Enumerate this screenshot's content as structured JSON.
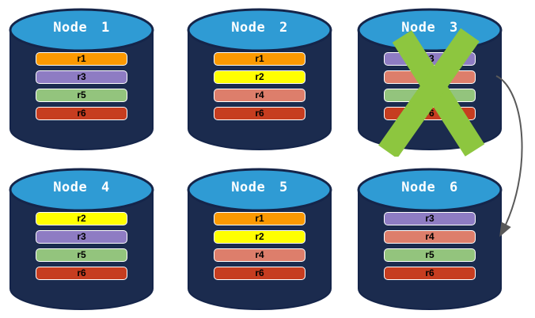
{
  "theme": {
    "cylinder_body": "#1B2B4E",
    "cylinder_top": "#2F9BD4",
    "cylinder_outline": "#15254A",
    "bar_border": "#FFFFFF",
    "x_mark": "#8DC63F",
    "arrow": "#595959",
    "title_text": "#FFFFFF",
    "row_text": "#000000",
    "background": "#FFFFFF"
  },
  "replica_colors": {
    "r1": "#FB9902",
    "r2": "#FFFF00",
    "r3": "#8E7CC3",
    "r4": "#DD7E6B",
    "r5": "#93C47D",
    "r6": "#C63D20"
  },
  "nodes": [
    {
      "title": "Node 1",
      "failed": false,
      "rows": [
        {
          "label": "r1",
          "color": "#FB9902"
        },
        {
          "label": "r3",
          "color": "#8E7CC3"
        },
        {
          "label": "r5",
          "color": "#93C47D"
        },
        {
          "label": "r6",
          "color": "#C63D20"
        }
      ]
    },
    {
      "title": "Node 2",
      "failed": false,
      "rows": [
        {
          "label": "r1",
          "color": "#FB9902"
        },
        {
          "label": "r2",
          "color": "#FFFF00"
        },
        {
          "label": "r4",
          "color": "#DD7E6B"
        },
        {
          "label": "r6",
          "color": "#C63D20"
        }
      ]
    },
    {
      "title": "Node 3",
      "failed": true,
      "rows": [
        {
          "label": "r3",
          "color": "#8E7CC3"
        },
        {
          "label": "r4",
          "color": "#DD7E6B"
        },
        {
          "label": "r5",
          "color": "#93C47D"
        },
        {
          "label": "r6",
          "color": "#C63D20"
        }
      ]
    },
    {
      "title": "Node 4",
      "failed": false,
      "rows": [
        {
          "label": "r2",
          "color": "#FFFF00"
        },
        {
          "label": "r3",
          "color": "#8E7CC3"
        },
        {
          "label": "r5",
          "color": "#93C47D"
        },
        {
          "label": "r6",
          "color": "#C63D20"
        }
      ]
    },
    {
      "title": "Node 5",
      "failed": false,
      "rows": [
        {
          "label": "r1",
          "color": "#FB9902"
        },
        {
          "label": "r2",
          "color": "#FFFF00"
        },
        {
          "label": "r4",
          "color": "#DD7E6B"
        },
        {
          "label": "r6",
          "color": "#C63D20"
        }
      ]
    },
    {
      "title": "Node 6",
      "failed": false,
      "rows": [
        {
          "label": "r3",
          "color": "#8E7CC3"
        },
        {
          "label": "r4",
          "color": "#DD7E6B"
        },
        {
          "label": "r5",
          "color": "#93C47D"
        },
        {
          "label": "r6",
          "color": "#C63D20"
        }
      ]
    }
  ],
  "annotations": {
    "x_mark_on": "Node 3",
    "arrow_from": "Node 3",
    "arrow_to": "Node 6"
  }
}
